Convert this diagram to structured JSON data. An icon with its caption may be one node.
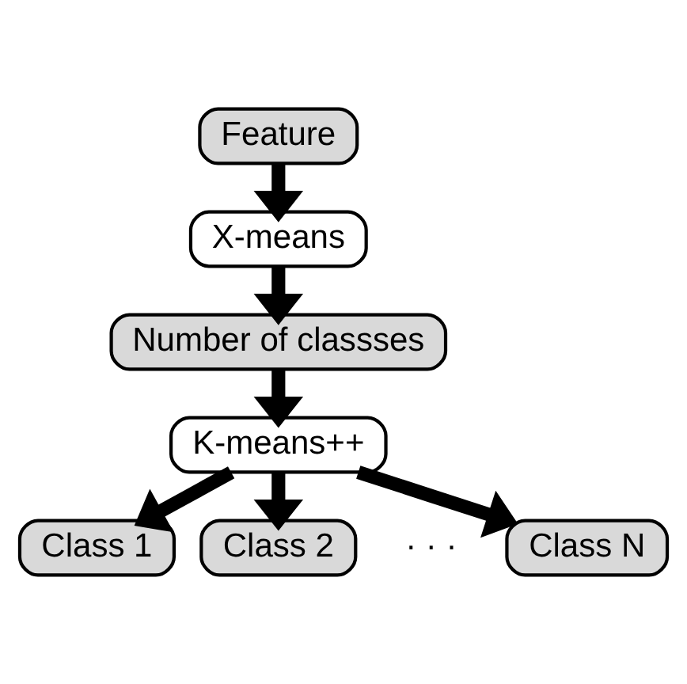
{
  "diagram": {
    "nodes": [
      {
        "text": [
          "Feature"
        ]
      },
      {
        "text": [
          "X-means"
        ]
      },
      {
        "text": [
          "Number of classses"
        ]
      },
      {
        "text": [
          "K-means++"
        ]
      },
      {
        "text": [
          "Class 1"
        ]
      },
      {
        "text": [
          "Class 2"
        ]
      },
      {
        "text": [
          "Class N"
        ]
      }
    ],
    "edges": [
      {
        "from": 0,
        "to": 1,
        "arrow": "to"
      },
      {
        "from": 1,
        "to": 2,
        "arrow": "to"
      },
      {
        "from": 2,
        "to": 3,
        "arrow": "to"
      },
      {
        "from": 3,
        "to": 4,
        "arrow": "to"
      },
      {
        "from": 3,
        "to": 5,
        "arrow": "to"
      },
      {
        "from": 3,
        "to": 6,
        "arrow": "to"
      }
    ],
    "labels": [
      "· · ·"
    ]
  }
}
